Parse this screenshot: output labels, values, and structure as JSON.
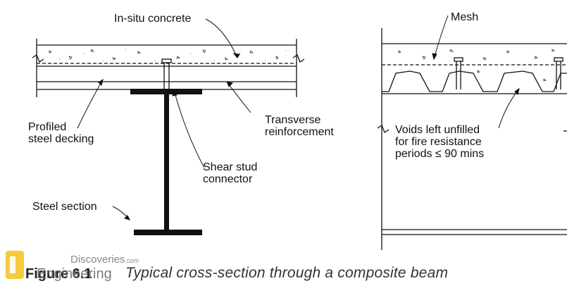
{
  "labels": {
    "in_situ_concrete": "In-situ concrete",
    "mesh": "Mesh",
    "profiled_decking": "Profiled\nsteel decking",
    "transverse": "Transverse\nreinforcement",
    "shear_stud": "Shear stud\nconnector",
    "steel_section": "Steel section",
    "voids": "Voids left unfilled\nfor fire resistance\nperiods ≤ 90 mins"
  },
  "caption": {
    "prefix": "Figure 6.1",
    "text": "Typical cross-section through a composite beam"
  },
  "watermark": {
    "brand_line1": "Discoveries",
    "brand_tld": ".com",
    "brand_line2": "Engineering"
  },
  "colors": {
    "ink": "#111111",
    "watermark": "#8a8a8a",
    "logo": "#f2c21a"
  }
}
